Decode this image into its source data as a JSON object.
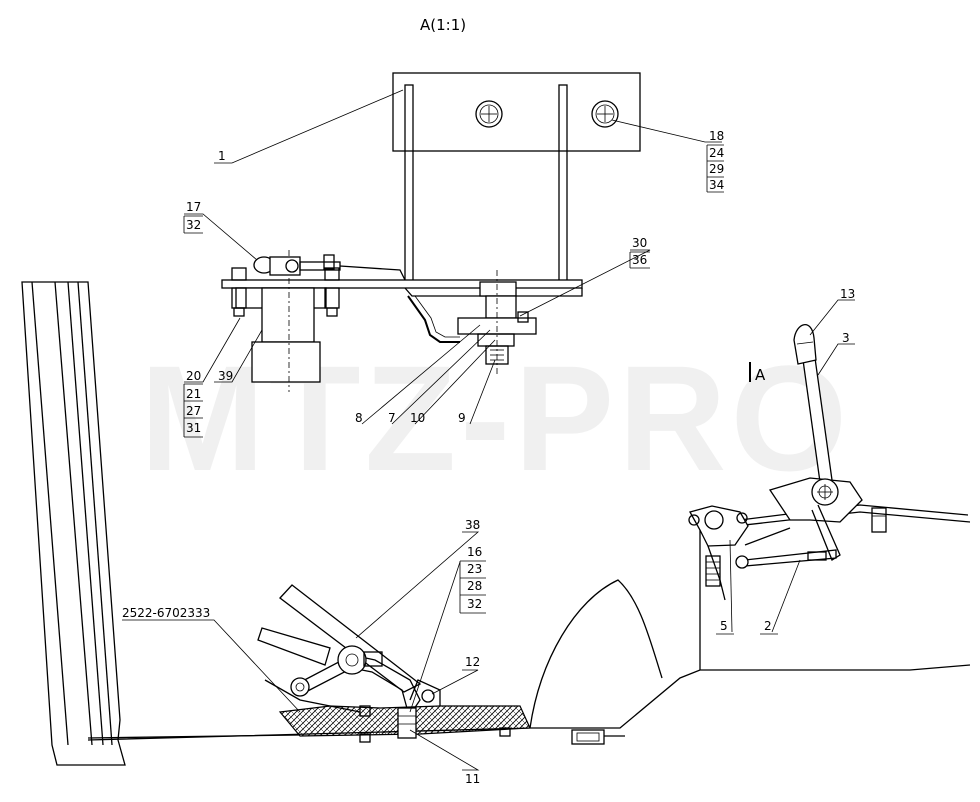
{
  "view_title": "A(1:1)",
  "watermark": "MTZ-PRO",
  "view_marker": "A",
  "callouts": {
    "c1": "1",
    "c18": "18",
    "c24": "24",
    "c29": "29",
    "c34": "34",
    "c17": "17",
    "c32a": "32",
    "c30": "30",
    "c36": "36",
    "c20": "20",
    "c21": "21",
    "c27": "27",
    "c31": "31",
    "c39": "39",
    "c8": "8",
    "c7": "7",
    "c10": "10",
    "c9": "9",
    "c13": "13",
    "c3": "3",
    "c5": "5",
    "c2": "2",
    "c38": "38",
    "c16": "16",
    "c23": "23",
    "c28": "28",
    "c32b": "32",
    "c12": "12",
    "c11": "11",
    "part_no": "2522-6702333"
  }
}
